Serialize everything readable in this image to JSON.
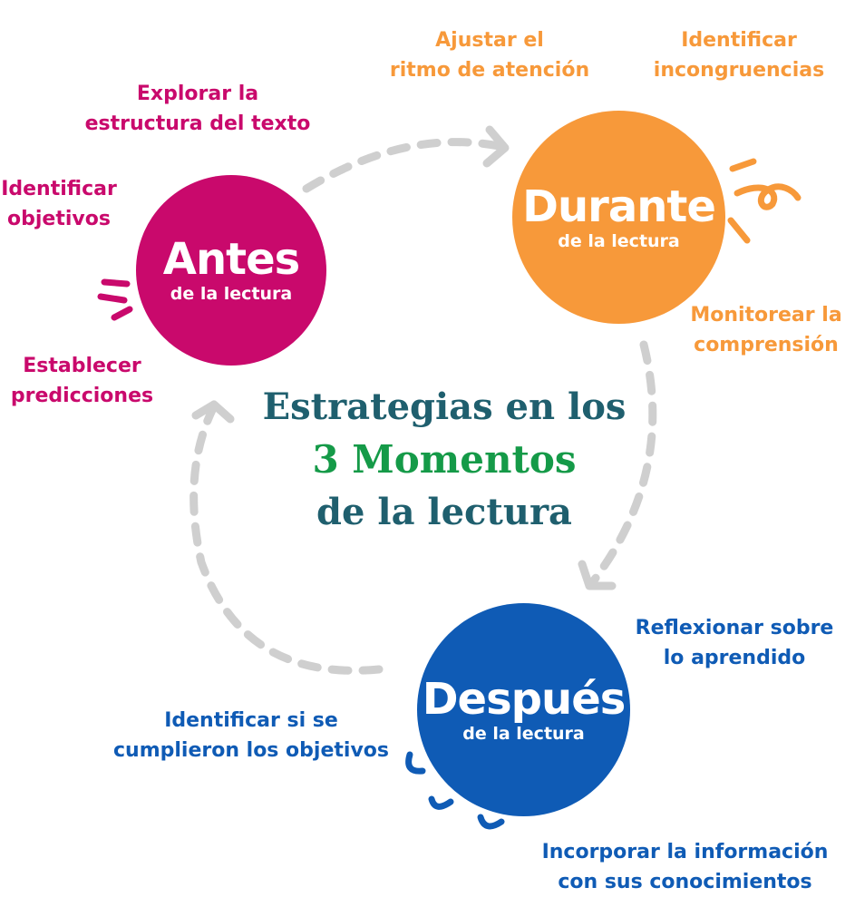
{
  "title": {
    "line1": "Estrategias en los",
    "line2": "3 Momentos",
    "line3": "de la lectura"
  },
  "colors": {
    "antes": "#c9096c",
    "durante": "#f7993a",
    "despues": "#0f5bb5",
    "title_teal": "#1f5f6e",
    "title_green": "#159a48",
    "arrow_gray": "#cfcfcf"
  },
  "stages": {
    "antes": {
      "name": "Antes",
      "sub": "de la lectura"
    },
    "durante": {
      "name": "Durante",
      "sub": "de la lectura"
    },
    "despues": {
      "name": "Después",
      "sub": "de la lectura"
    }
  },
  "strategies": {
    "antes": [
      {
        "line1": "Explorar la",
        "line2": "estructura del texto"
      },
      {
        "line1": "Identificar",
        "line2": "objetivos"
      },
      {
        "line1": "Establecer",
        "line2": "predicciones"
      }
    ],
    "durante": [
      {
        "line1": "Ajustar el",
        "line2": "ritmo de atención"
      },
      {
        "line1": "Identificar",
        "line2": "incongruencias"
      },
      {
        "line1": "Monitorear la",
        "line2": "comprensión"
      }
    ],
    "despues": [
      {
        "line1": "Reflexionar sobre",
        "line2": "lo aprendido"
      },
      {
        "line1": "Identificar si se",
        "line2": "cumplieron los objetivos"
      },
      {
        "line1": "Incorporar la información",
        "line2": "con sus conocimientos"
      }
    ]
  }
}
